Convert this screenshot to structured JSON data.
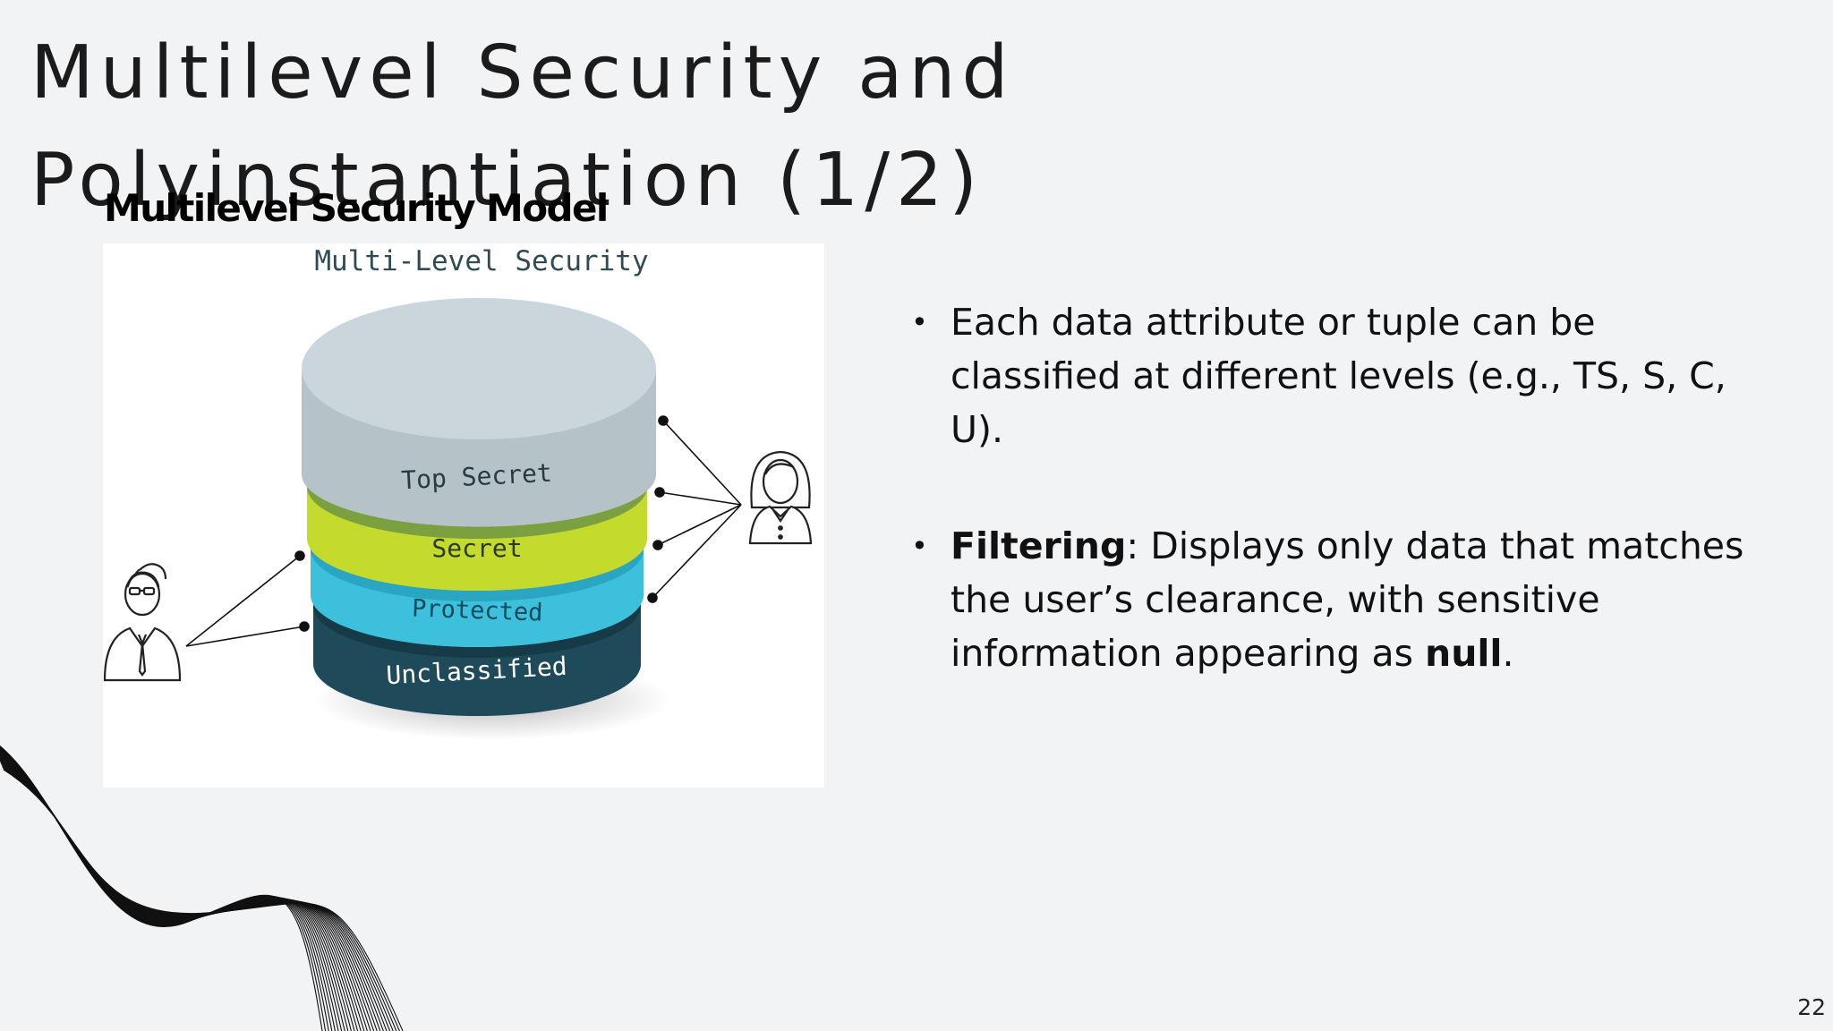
{
  "slide": {
    "title": "Multilevel Security and Polyinstantiation (1/2)",
    "figure_heading": "Multilevel Security Model",
    "page_number": "22"
  },
  "figure": {
    "title": "Multi-Level Security",
    "levels": [
      {
        "label": "Top Secret",
        "color": "#b5c2c8"
      },
      {
        "label": "Secret",
        "color": "#c4da2c"
      },
      {
        "label": "Protected",
        "color": "#3cc0dc"
      },
      {
        "label": "Unclassified",
        "color": "#1e4a5a"
      }
    ],
    "actors": [
      {
        "name": "man-user-icon"
      },
      {
        "name": "woman-user-icon"
      }
    ]
  },
  "bullets": [
    {
      "text": "Each data attribute or tuple can be classified at different levels (e.g., TS, S, C, U)."
    },
    {
      "label": "Filtering",
      "pre": ": Displays only data that matches the user’s clearance, with sensitive information appearing as ",
      "emph": "null",
      "post": "."
    }
  ]
}
